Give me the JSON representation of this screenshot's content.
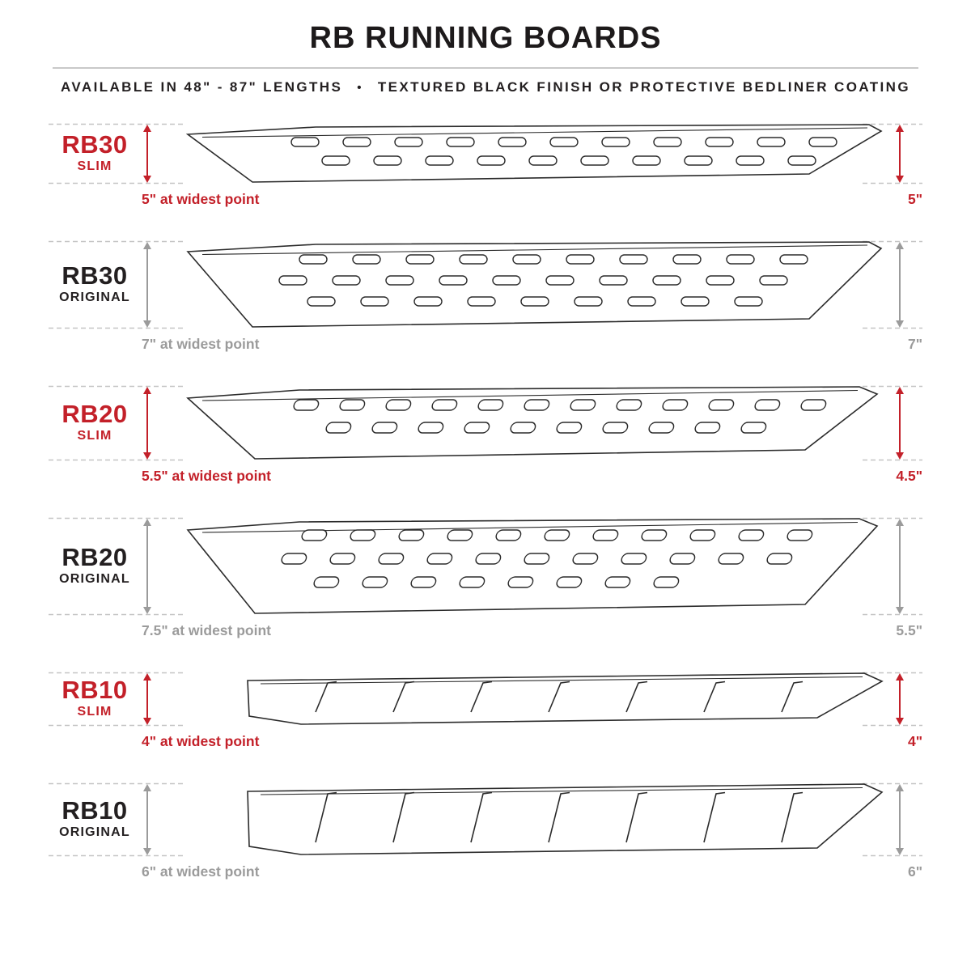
{
  "header": {
    "title": "RB RUNNING BOARDS",
    "subtitle_left": "AVAILABLE IN 48\" - 87\" LENGTHS",
    "separator": "•",
    "subtitle_right": "TEXTURED BLACK FINISH OR PROTECTIVE BEDLINER COATING"
  },
  "colors": {
    "red": "#c32029",
    "gray": "#9b9b9b",
    "ink": "#231f20",
    "line": "#c4c4c4",
    "outline": "#2b2b2b"
  },
  "boards": [
    {
      "model": "RB30",
      "variant": "SLIM",
      "tone": "red",
      "type": "rb30",
      "rows": 2,
      "widest_label": "5\" at widest point",
      "width_label": "5\""
    },
    {
      "model": "RB30",
      "variant": "ORIGINAL",
      "tone": "gray",
      "type": "rb30",
      "rows": 3,
      "widest_label": "7\" at widest point",
      "width_label": "7\""
    },
    {
      "model": "RB20",
      "variant": "SLIM",
      "tone": "red",
      "type": "rb20",
      "rows": 2,
      "widest_label": "5.5\" at widest point",
      "width_label": "4.5\""
    },
    {
      "model": "RB20",
      "variant": "ORIGINAL",
      "tone": "gray",
      "type": "rb20",
      "rows": 3,
      "widest_label": "7.5\" at widest point",
      "width_label": "5.5\""
    },
    {
      "model": "RB10",
      "variant": "SLIM",
      "tone": "red",
      "type": "rb10",
      "rows": 0,
      "widest_label": "4\" at widest point",
      "width_label": "4\""
    },
    {
      "model": "RB10",
      "variant": "ORIGINAL",
      "tone": "gray",
      "type": "rb10",
      "rows": 0,
      "widest_label": "6\" at widest point",
      "width_label": "6\""
    }
  ]
}
